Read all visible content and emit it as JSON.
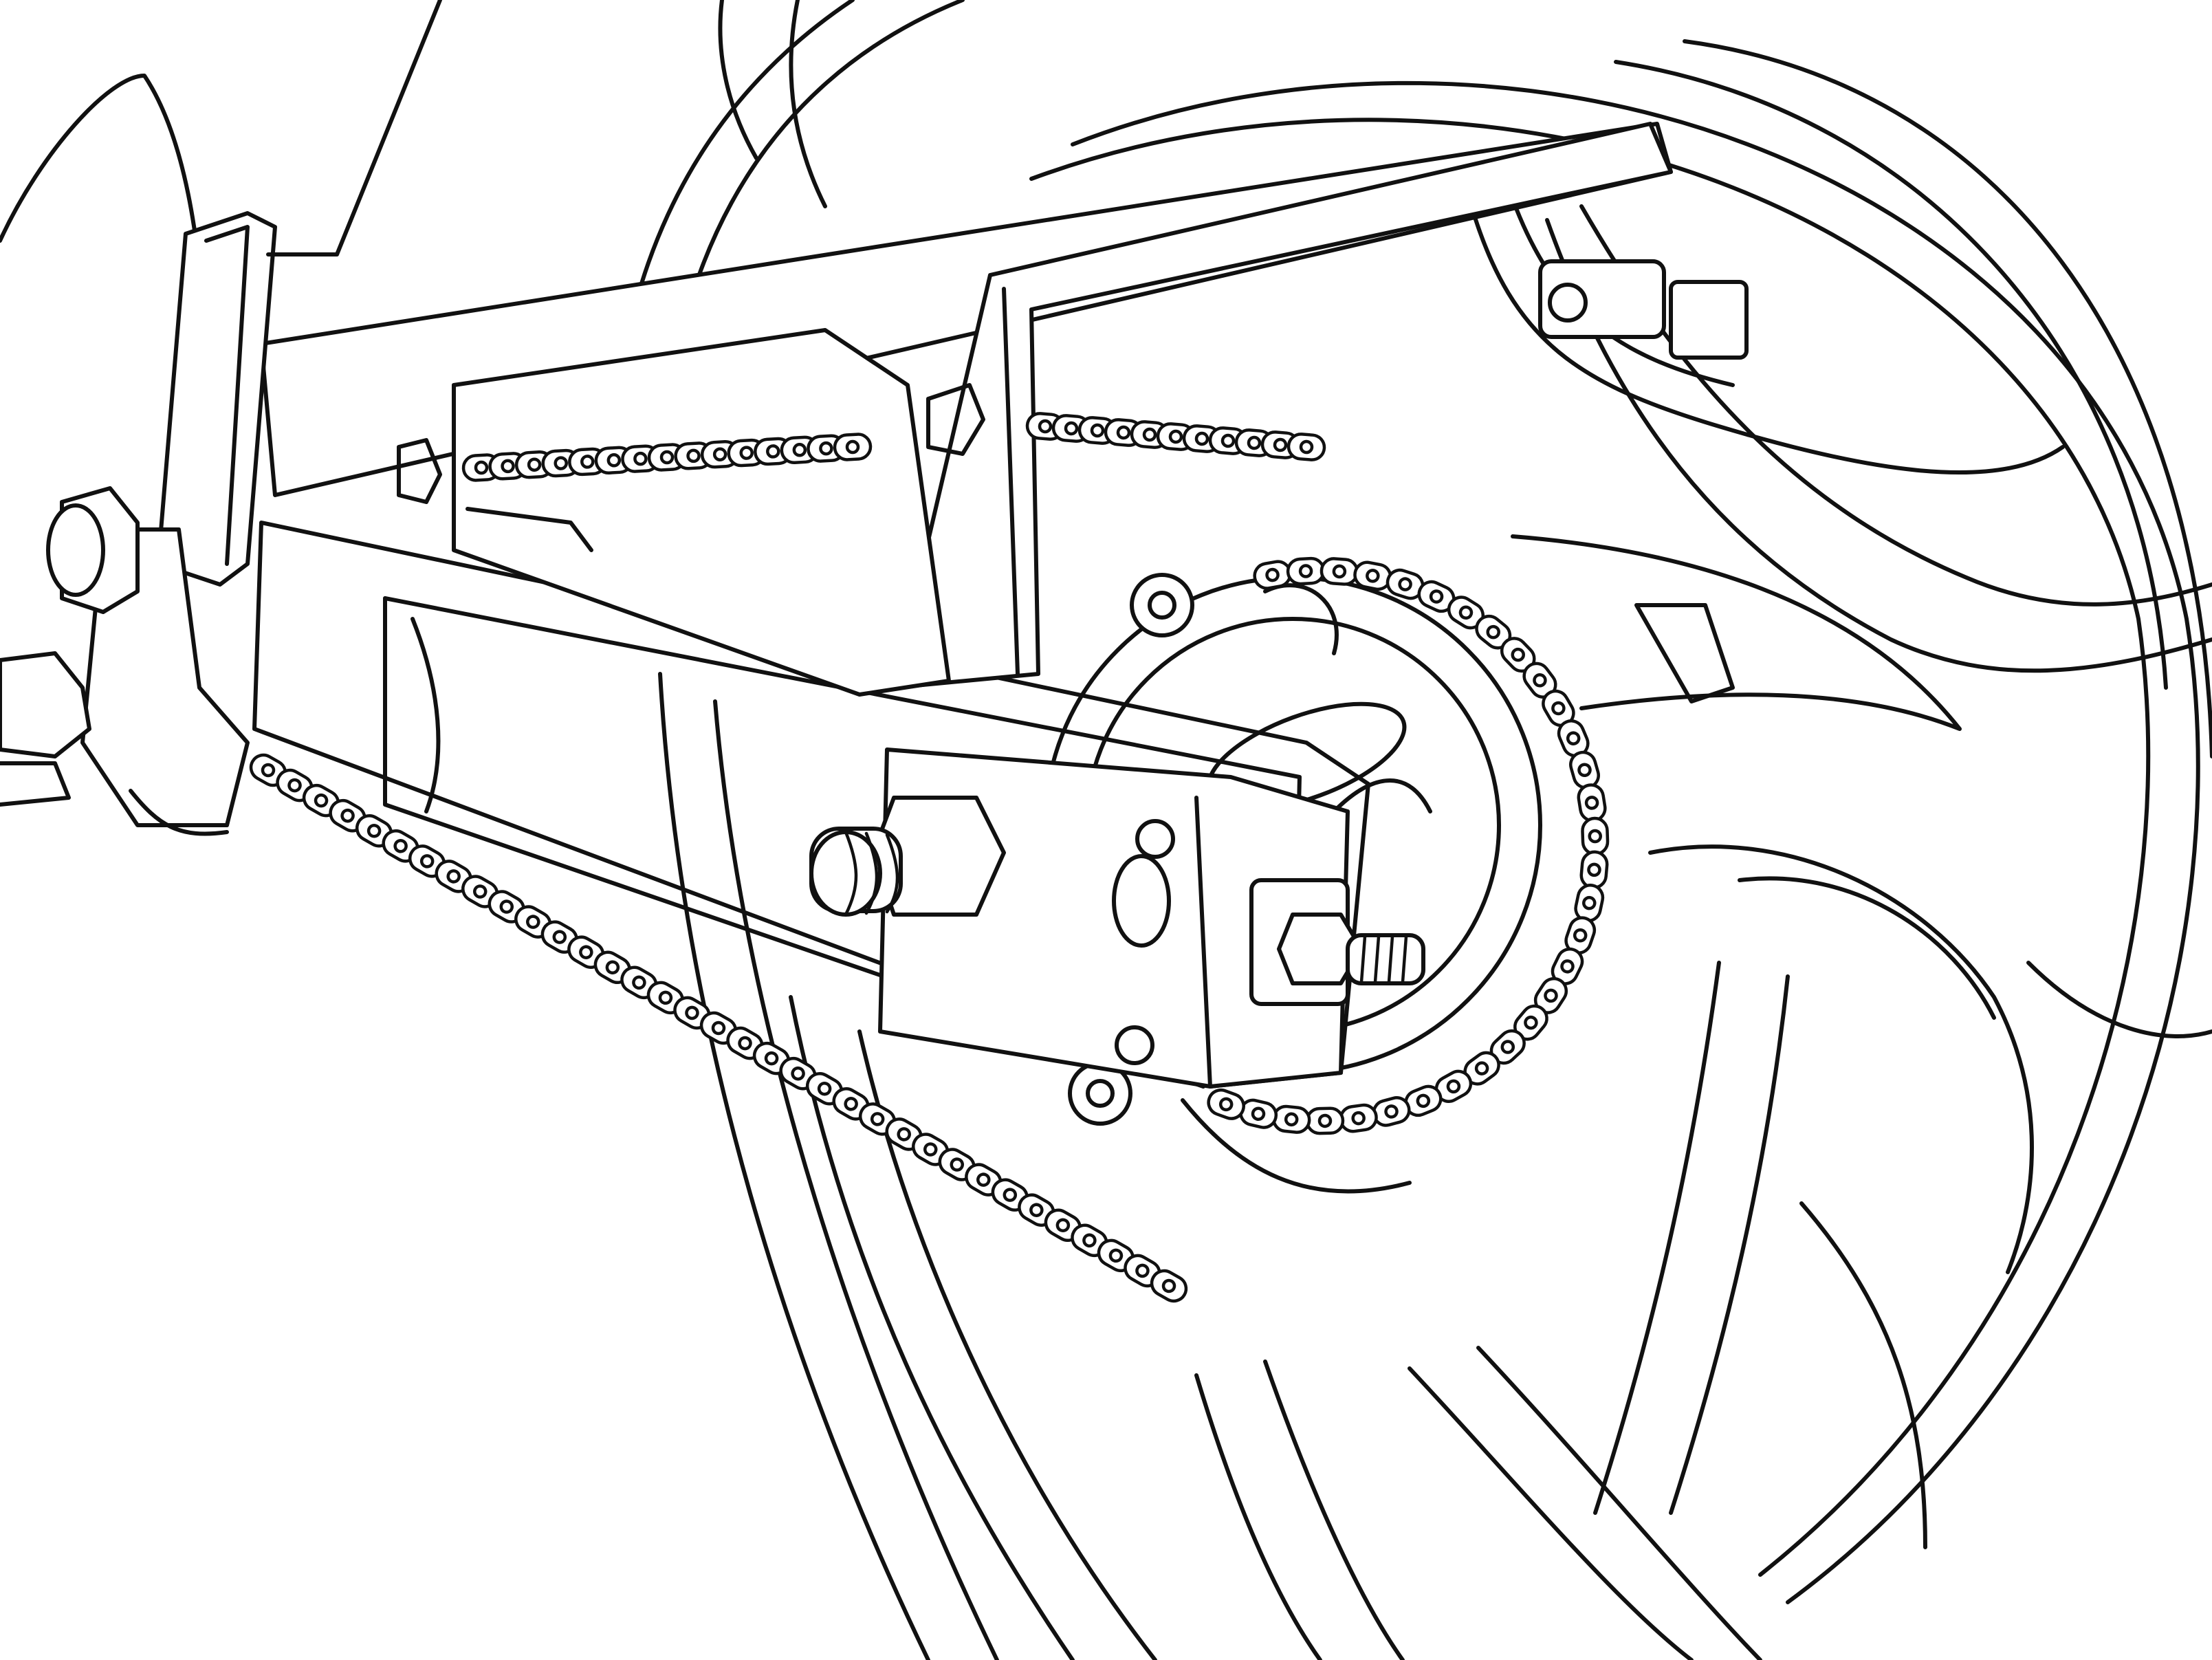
{
  "illustration": {
    "style": "black line art on white",
    "colors": {
      "stroke": "#111111",
      "background": "#ffffff"
    },
    "parts": [
      "rear-wheel",
      "wheel-spokes",
      "swingarm",
      "chain-guard",
      "rear-sprocket",
      "drive-chain",
      "axle-nut",
      "chain-adjuster-bolt",
      "footpeg-bracket",
      "mudguard"
    ]
  }
}
